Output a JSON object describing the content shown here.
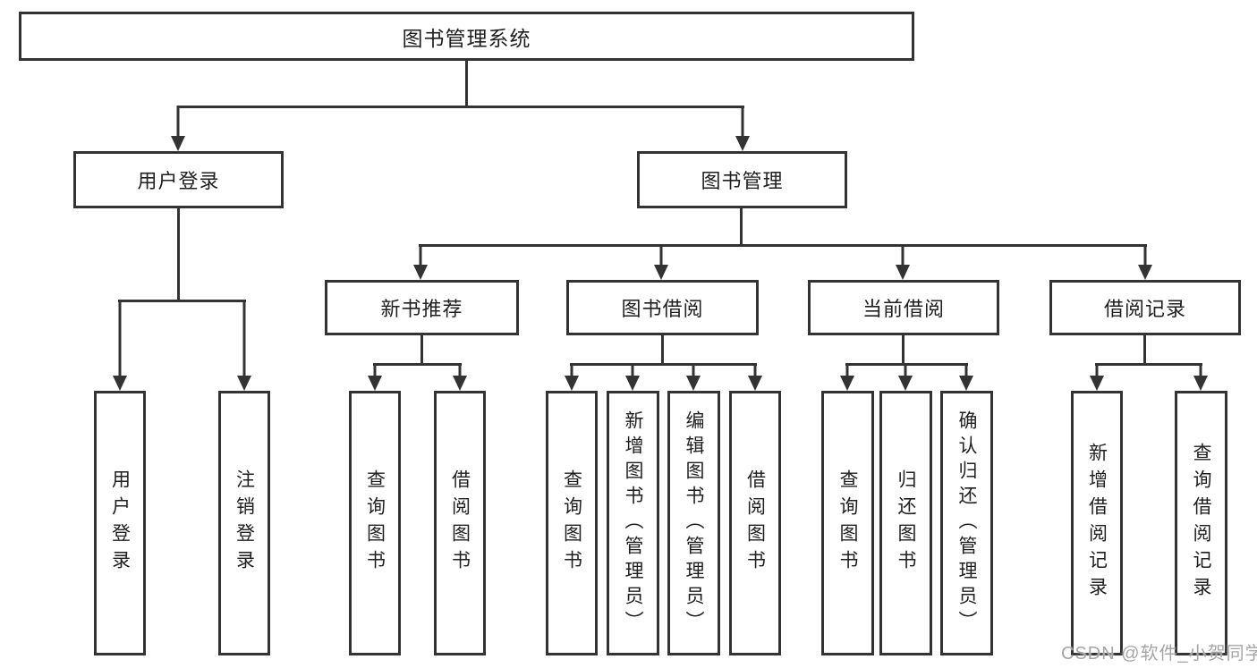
{
  "diagram": {
    "root": "图书管理系统",
    "branches": {
      "user_login": "用户登录",
      "book_management": "图书管理"
    },
    "modules": {
      "new_book_recommend": "新书推荐",
      "book_borrowing": "图书借阅",
      "current_borrowing": "当前借阅",
      "borrowing_records": "借阅记录"
    },
    "leaves": {
      "user_login": "用户登录",
      "logout": "注销登录",
      "recommend_query_books": "查询图书",
      "recommend_borrow_books": "借阅图书",
      "borrowing_query_books": "查询图书",
      "borrowing_add_book_admin": "新增图书（管理员）",
      "borrowing_edit_book_admin": "编辑图书（管理员）",
      "borrowing_borrow_books": "借阅图书",
      "current_query_books": "查询图书",
      "current_return_books": "归还图书",
      "current_confirm_return_admin": "确认归还（管理员）",
      "records_add_record": "新增借阅记录",
      "records_query_record": "查询借阅记录"
    },
    "watermark": "CSDN @软件_小贺同学",
    "colors": {
      "line": "#333333",
      "text": "#1f1f1f",
      "watermark": "#a6a6a6",
      "background": "#ffffff"
    }
  }
}
